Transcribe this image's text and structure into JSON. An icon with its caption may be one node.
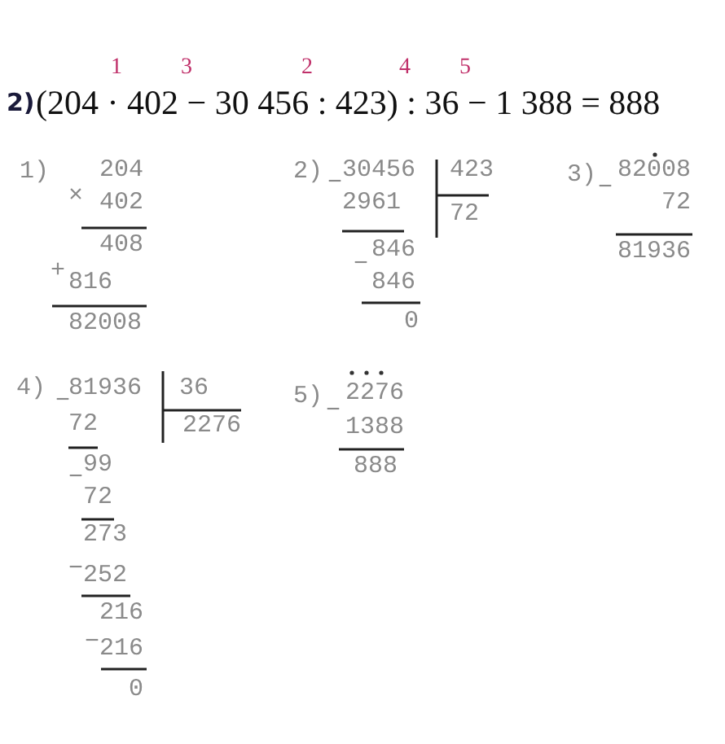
{
  "diagram": {
    "labels": [
      "1",
      "3",
      "2",
      "4",
      "5",
      "2)",
      "(204 · 402 − 30 456 : 423) : 36 − 1 388 = 888",
      "1)",
      "×",
      "204",
      "402",
      "408",
      "+",
      "816",
      "82008",
      "2)",
      "−",
      "30456",
      "423",
      "2961",
      "72",
      "−",
      "846",
      "846",
      "0",
      "3)",
      "−",
      "82008",
      "72",
      "81936",
      "4)",
      "−",
      "81936",
      "36",
      "72",
      "2276",
      "−",
      "99",
      "72",
      "−",
      "273",
      "252",
      "−",
      "216",
      "216",
      "0",
      "5)",
      "−",
      "2276",
      "1388",
      "888"
    ]
  }
}
